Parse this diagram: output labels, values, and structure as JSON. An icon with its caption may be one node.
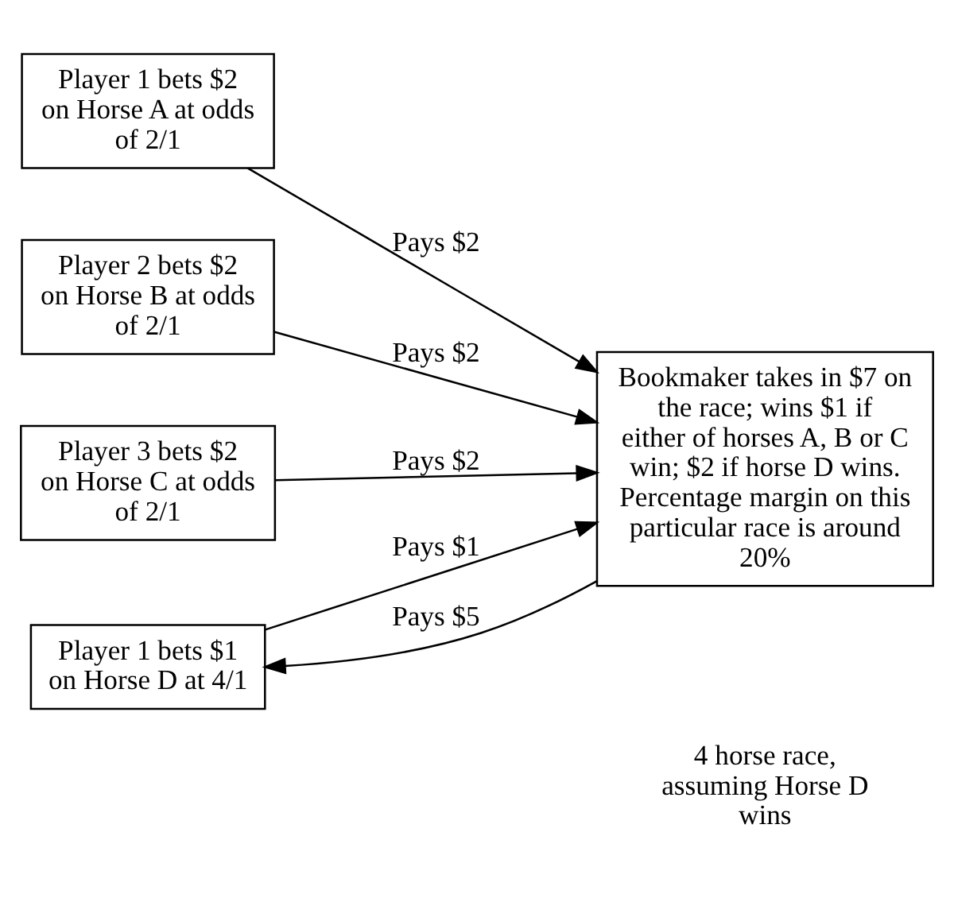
{
  "diagram": {
    "nodes": [
      {
        "text": [
          "Player 1 bets $2 on Horse A at odds of 2/1"
        ]
      },
      {
        "text": [
          "Player 2 bets $2 on Horse B at odds of 2/1"
        ]
      },
      {
        "text": [
          "Player 3 bets $2 on Horse C at odds of 2/1"
        ]
      },
      {
        "text": [
          "Player 1 bets $1 on Horse D at 4/1"
        ]
      },
      {
        "text": [
          "Bookmaker takes in $7 on the race; wins $1 if either of horses A, B or C win; $2 if horse D wins. Percentage margin on this particular race is around 20%"
        ]
      }
    ],
    "edges": [
      {
        "from": 0,
        "to": 4,
        "arrow": "to",
        "label": "Pays $2"
      },
      {
        "from": 1,
        "to": 4,
        "arrow": "to",
        "label": "Pays $2"
      },
      {
        "from": 2,
        "to": 4,
        "arrow": "to",
        "label": "Pays $2"
      },
      {
        "from": 3,
        "to": 4,
        "arrow": "to",
        "label": "Pays $1"
      },
      {
        "from": 4,
        "to": 3,
        "arrow": "to",
        "label": "Pays $5"
      }
    ],
    "labels": [
      "4 horse race, assuming Horse D wins"
    ]
  }
}
